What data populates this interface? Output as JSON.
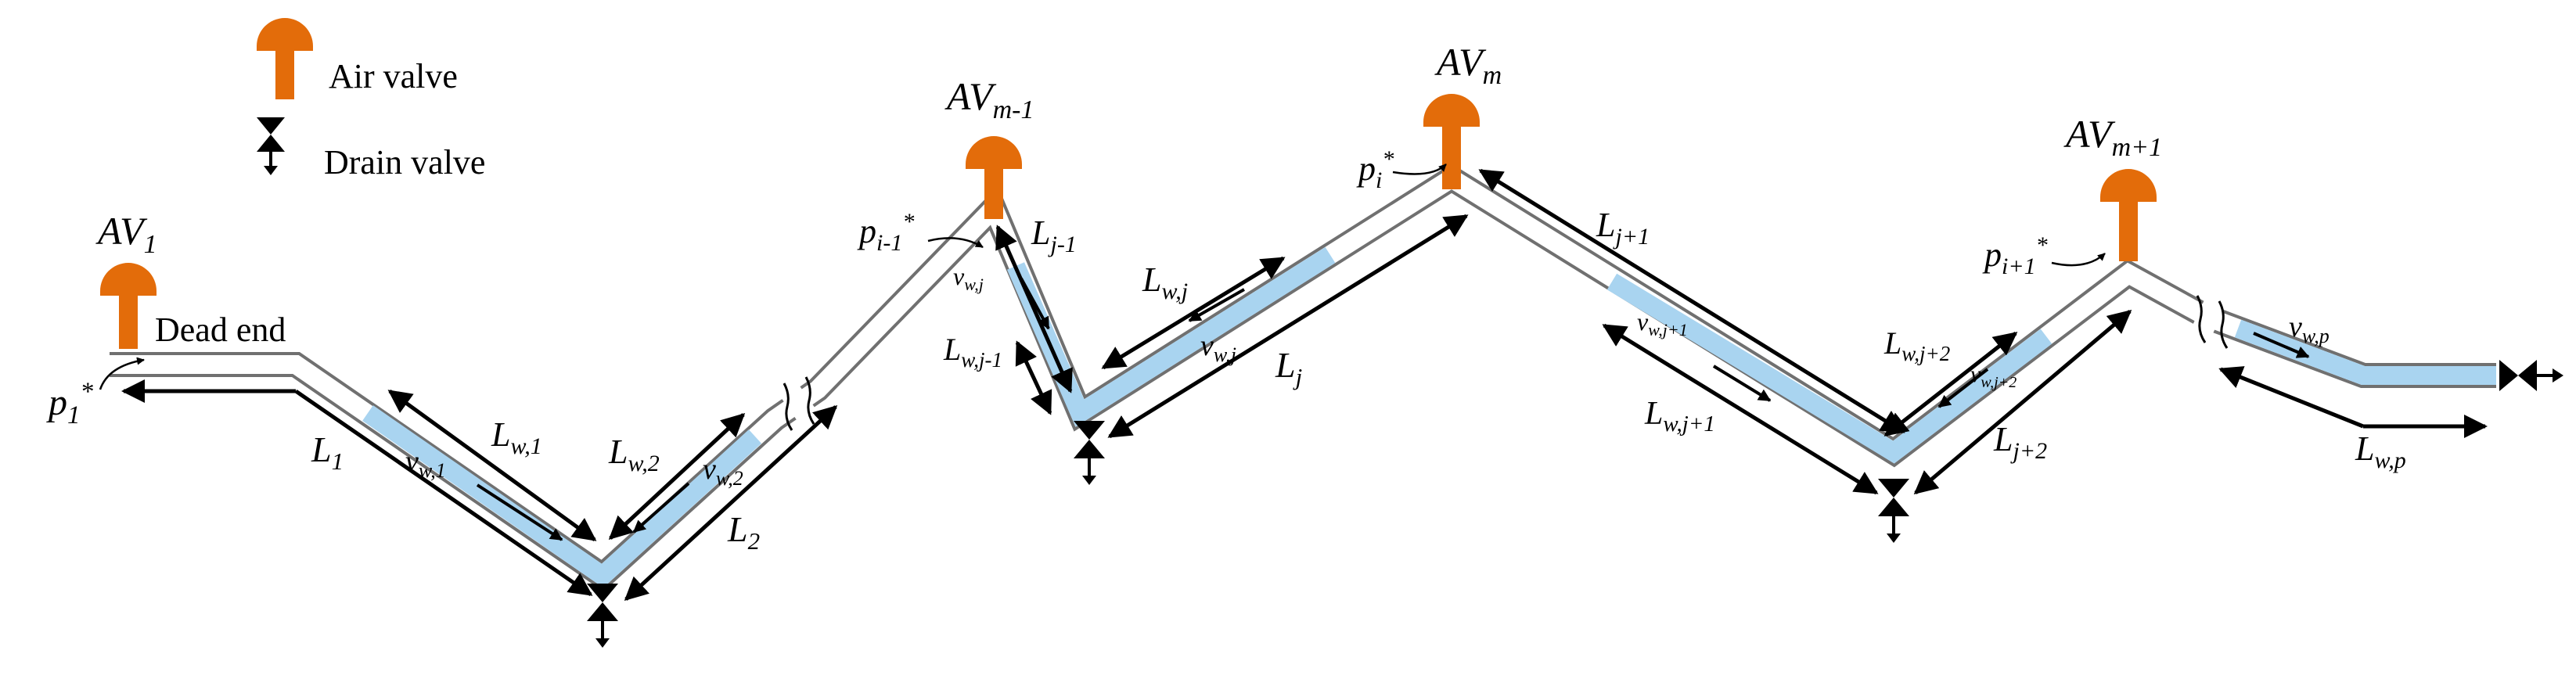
{
  "colors": {
    "pipe_outline": "#707070",
    "pipe_fill": "#ffffff",
    "water": "#a9d4f0",
    "valve_orange": "#e36c0a",
    "arrow": "#000000"
  },
  "legend": {
    "air_valve_label": "Air valve",
    "drain_valve_label": "Drain valve",
    "air_valve_icon": "air-valve-icon",
    "drain_valve_icon": "drain-valve-icon"
  },
  "labels": {
    "dead_end": "Dead end",
    "av1": {
      "base": "AV",
      "sub": "1"
    },
    "avm1": {
      "base": "AV",
      "sub": "m-1"
    },
    "avm": {
      "base": "AV",
      "sub": "m"
    },
    "avmp1": {
      "base": "AV",
      "sub": "m+1"
    },
    "p1": {
      "base": "p",
      "sub": "1",
      "sup": "*"
    },
    "pim1": {
      "base": "p",
      "sub": "i-1",
      "sup": "*"
    },
    "pi": {
      "base": "p",
      "sub": "i",
      "sup": "*"
    },
    "pip1": {
      "base": "p",
      "sub": "i+1",
      "sup": "*"
    },
    "L1": {
      "base": "L",
      "sub": "1"
    },
    "L2": {
      "base": "L",
      "sub": "2"
    },
    "Lj": {
      "base": "L",
      "sub": "j"
    },
    "Ljm1": {
      "base": "L",
      "sub": "j-1"
    },
    "Ljp1": {
      "base": "L",
      "sub": "j+1"
    },
    "Ljp2": {
      "base": "L",
      "sub": "j+2"
    },
    "Lw1": {
      "base": "L",
      "sub": "w,1"
    },
    "Lw2": {
      "base": "L",
      "sub": "w,2"
    },
    "Lwj": {
      "base": "L",
      "sub": "w,j"
    },
    "Lwjm1": {
      "base": "L",
      "sub": "w,j-1"
    },
    "Lwjp1": {
      "base": "L",
      "sub": "w,j+1"
    },
    "Lwjp2": {
      "base": "L",
      "sub": "w,j+2"
    },
    "Lwp": {
      "base": "L",
      "sub": "w,p"
    },
    "vw1": {
      "base": "v",
      "sub": "w,1"
    },
    "vw2": {
      "base": "v",
      "sub": "w,2"
    },
    "vwj_a": {
      "base": "v",
      "sub": "w,j"
    },
    "vwj_b": {
      "base": "v",
      "sub": "w,j"
    },
    "vwjp1": {
      "base": "v",
      "sub": "w,j+1"
    },
    "vwjp2": {
      "base": "v",
      "sub": "w,j+2"
    },
    "vwp": {
      "base": "v",
      "sub": "w,p"
    }
  }
}
